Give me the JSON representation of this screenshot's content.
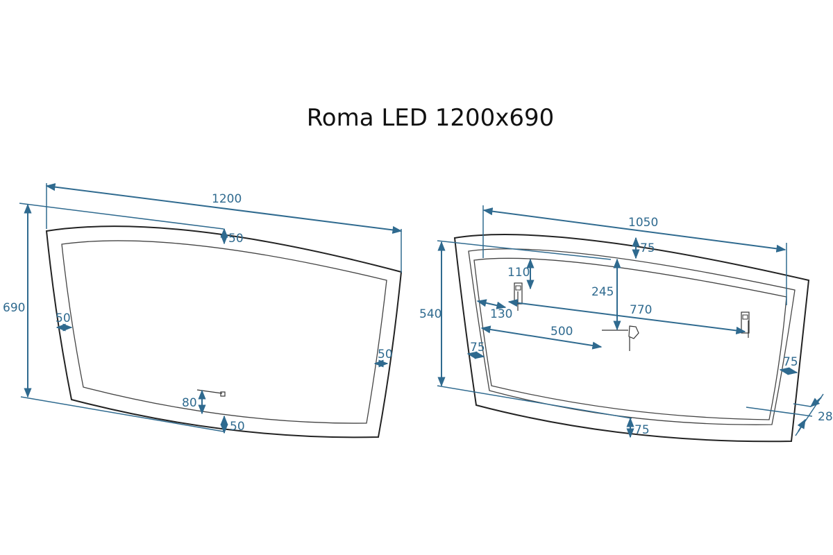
{
  "title": "Roma LED 1200x690",
  "dimension_color": "#2f6a8f",
  "front_view": {
    "width": "1200",
    "height": "690",
    "frame_top": "50",
    "frame_left": "50",
    "frame_right": "50",
    "frame_bottom": "50",
    "switch_offset": "80"
  },
  "back_view": {
    "width": "1050",
    "height": "540",
    "frame_top": "75",
    "bracket_top": "110",
    "center_top": "245",
    "bracket_spacing": "770",
    "bracket_left": "130",
    "center_left": "500",
    "frame_left": "75",
    "frame_right": "75",
    "frame_bottom": "75",
    "depth": "28"
  }
}
